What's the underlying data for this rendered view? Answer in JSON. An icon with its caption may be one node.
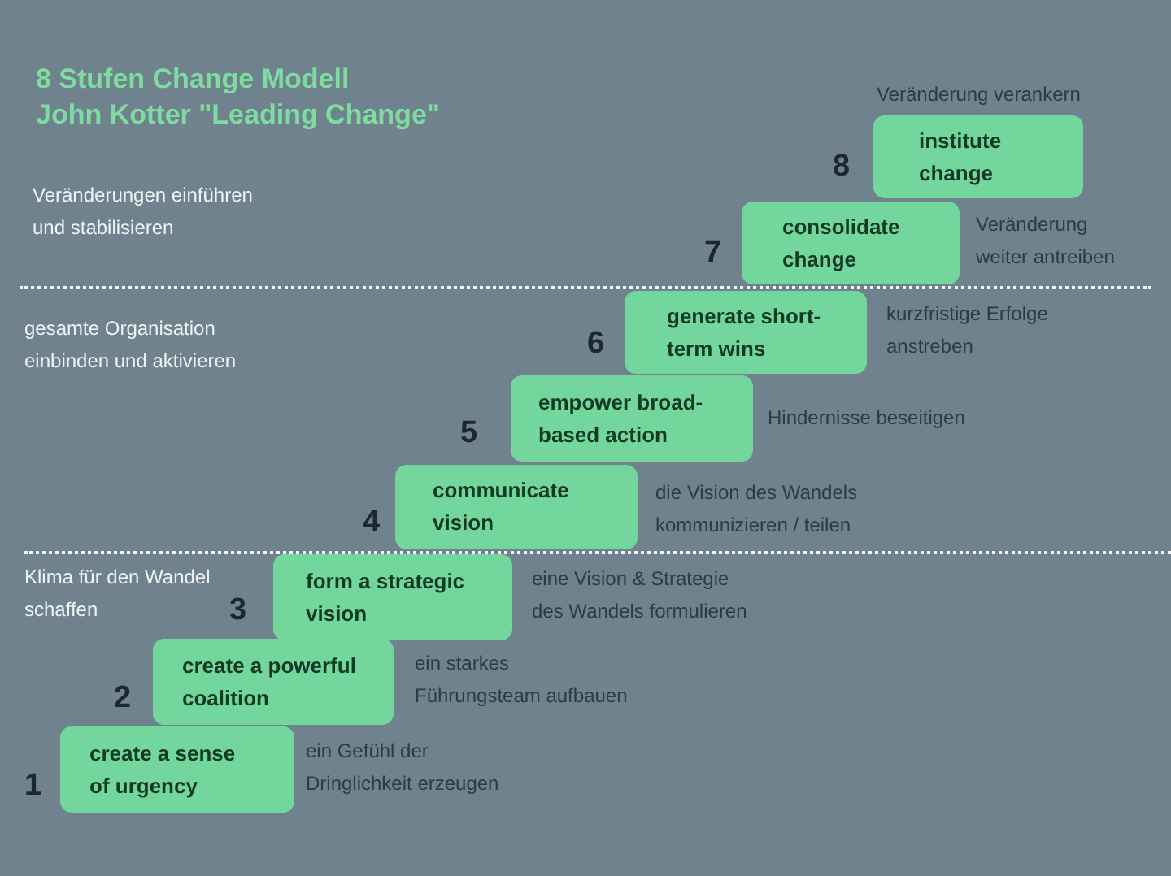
{
  "diagram": {
    "title": "8 Stufen Change Modell John Kotter \"Leading Change\"",
    "nodes": [
      {
        "text": [
          "create a sense of urgency"
        ],
        "beside": [
          "1",
          "ein Gefühl der Dringlichkeit erzeugen"
        ]
      },
      {
        "text": [
          "create a powerful coalition"
        ],
        "beside": [
          "2",
          "ein starkes Führungsteam aufbauen"
        ]
      },
      {
        "text": [
          "form a strategic vision"
        ],
        "beside": [
          "3",
          "eine Vision & Strategie des Wandels formulieren"
        ]
      },
      {
        "text": [
          "communicate vision"
        ],
        "beside": [
          "4",
          "die Vision des Wandels kommunizieren / teilen"
        ]
      },
      {
        "text": [
          "empower broad-based action"
        ],
        "beside": [
          "5",
          "Hindernisse beseitigen"
        ]
      },
      {
        "text": [
          "generate short-term wins"
        ],
        "beside": [
          "6",
          "kurzfristige Erfolge anstreben"
        ]
      },
      {
        "text": [
          "consolidate change"
        ],
        "beside": [
          "7",
          "Veränderung weiter antreiben"
        ]
      },
      {
        "text": [
          "institute change"
        ],
        "beside": [
          "8",
          "Veränderung verankern"
        ]
      }
    ],
    "labels": [
      "Veränderungen einführen und stabilisieren",
      "gesamte Organisation einbinden und aktivieren",
      "Klima für den Wandel schaffen"
    ]
  }
}
